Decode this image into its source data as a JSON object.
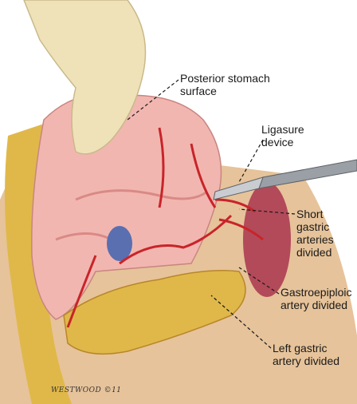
{
  "labels": {
    "posterior_stomach": [
      "Posterior stomach",
      "surface"
    ],
    "ligasure": [
      "Ligasure",
      "device"
    ],
    "short_gastric": [
      "Short",
      "gastric",
      "arteries",
      "divided"
    ],
    "gastroepiploic": [
      "Gastroepiploic",
      "artery divided"
    ],
    "left_gastric": [
      "Left gastric",
      "artery divided"
    ]
  },
  "signature": "WESTWOOD ©11",
  "colors": {
    "stomach": "#f2b6b0",
    "stomach_shadow": "#d98a86",
    "fat": "#e0b84a",
    "fat_dark": "#b8862a",
    "glove": "#efe2b8",
    "artery": "#c8242a",
    "vein": "#5a6fb0",
    "spleen": "#b24a5a",
    "instrument": "#9aa0a6"
  }
}
